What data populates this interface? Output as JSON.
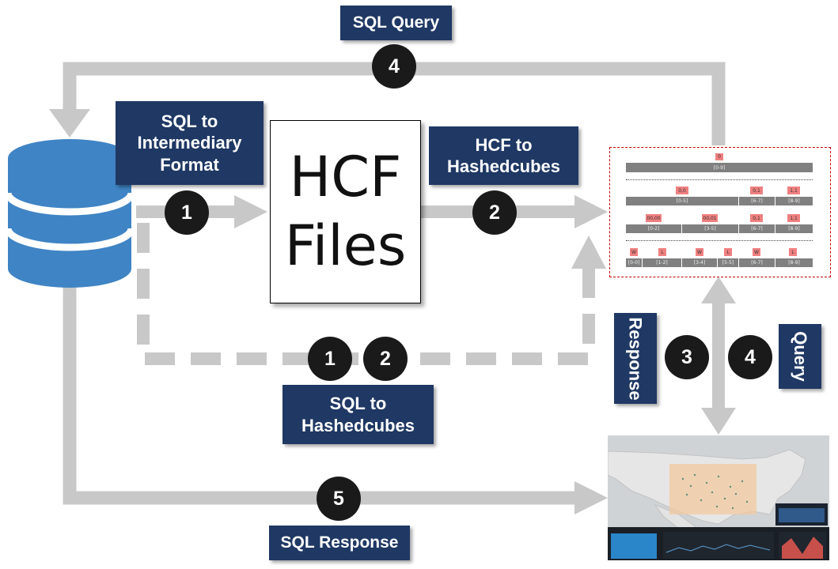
{
  "labels": {
    "sql_query": "SQL Query",
    "sql_to_intermediary": "SQL to\nIntermediary\nFormat",
    "hcf_to_hashedcubes": "HCF to\nHashedcubes",
    "sql_to_hashedcubes": "SQL to\nHashedcubes",
    "sql_response": "SQL Response",
    "response": "Response",
    "query": "Query"
  },
  "hcf_box": {
    "line1": "HCF",
    "line2": "Files"
  },
  "steps": {
    "top_query": "4",
    "sql_to_hcf": "1",
    "hcf_to_cubes": "2",
    "direct_1": "1",
    "direct_2": "2",
    "response": "3",
    "query": "4",
    "sql_response": "5"
  },
  "cube_tree": {
    "level0": {
      "chips": [
        "0"
      ],
      "bars": [
        "[0-9]"
      ]
    },
    "level1": {
      "chips": [
        "0,0",
        "0,1",
        "1,1"
      ],
      "bars": [
        "[0-5]",
        "[6-7]",
        "[8-9]"
      ]
    },
    "level2": {
      "chips": [
        "00,00",
        "00,01",
        "0,1",
        "1,1"
      ],
      "bars": [
        "[0-2]",
        "[3-5]",
        "[6-7]",
        "[8-9]"
      ]
    },
    "level3": {
      "chips": [
        "W",
        "L",
        "W",
        "L",
        "W",
        "L"
      ],
      "bars": [
        "[0-0]",
        "[1-2]",
        "[3-4]",
        "[5-5]",
        "[6-7]",
        "[8-9]"
      ]
    }
  },
  "colors": {
    "label_bg": "#1f3864",
    "arrow": "#c8c8c8",
    "circle": "#1a1a1a",
    "chip": "#f08080",
    "bar": "#808080",
    "panel_border": "#c00000"
  }
}
